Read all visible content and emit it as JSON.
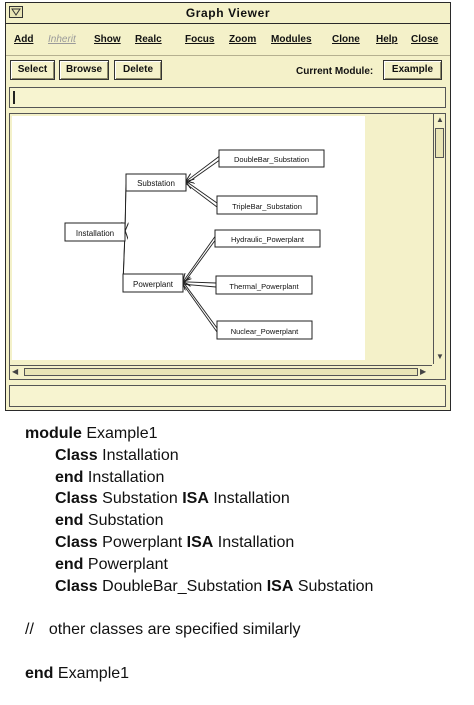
{
  "window": {
    "title": "Graph Viewer",
    "menu": [
      "Add",
      "Inherit",
      "Show",
      "Realc",
      "Focus",
      "Zoom",
      "Modules",
      "Clone",
      "Help",
      "Close"
    ],
    "disabled_menu": [
      "Inherit"
    ],
    "toolbar": {
      "select_label": "Select",
      "browse_label": "Browse",
      "delete_label": "Delete",
      "current_module_label": "Current Module:",
      "current_module_value": "Example"
    },
    "command_line_value": "",
    "status_text": ""
  },
  "graph": {
    "nodes": {
      "installation": "Installation",
      "substation": "Substation",
      "powerplant": "Powerplant",
      "doublebar": "DoubleBar_Substation",
      "triplebar": "TripleBar_Substation",
      "hydraulic": "Hydraulic_Powerplant",
      "thermal": "Thermal_Powerplant",
      "nuclear": "Nuclear_Powerplant"
    },
    "edges": [
      [
        "substation",
        "installation"
      ],
      [
        "powerplant",
        "installation"
      ],
      [
        "doublebar",
        "substation"
      ],
      [
        "triplebar",
        "substation"
      ],
      [
        "hydraulic",
        "powerplant"
      ],
      [
        "thermal",
        "powerplant"
      ],
      [
        "nuclear",
        "powerplant"
      ]
    ]
  },
  "code": {
    "line1": {
      "kw": "module",
      "text": " Example1"
    },
    "line2": {
      "kw": "Class",
      "text": " Installation"
    },
    "line3": {
      "kw": "end",
      "text": " Installation"
    },
    "line4": {
      "kw": "Class",
      "text": " Substation ",
      "kw2": "ISA",
      "text2": " Installation"
    },
    "line5": {
      "kw": "end",
      "text": " Substation"
    },
    "line6": {
      "kw": "Class",
      "text": " Powerplant ",
      "kw2": "ISA",
      "text2": " Installation"
    },
    "line7": {
      "kw": "end",
      "text": " Powerplant"
    },
    "line8": {
      "kw": "Class",
      "text": " DoubleBar_Substation ",
      "kw2": "ISA",
      "text2": " Substation"
    },
    "comment_marker": "//",
    "comment_text": "other classes are specified similarly",
    "last": {
      "kw": "end",
      "text": " Example1"
    }
  }
}
